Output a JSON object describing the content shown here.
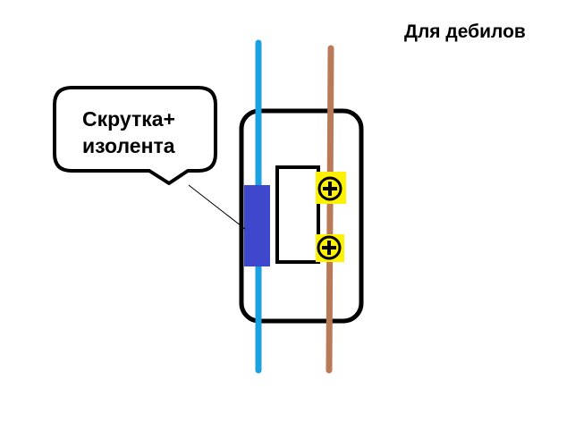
{
  "title": "Для дебилов",
  "callout": {
    "line1": "Скрутка+",
    "line2": "изолента"
  },
  "colors": {
    "blue_wire": "#1ba1e2",
    "brown_wire": "#b97a57",
    "tape": "#3f48cc",
    "screw_bg": "#fff200",
    "outline": "#000000"
  },
  "icons": {
    "screw": "plus-screw-icon"
  }
}
